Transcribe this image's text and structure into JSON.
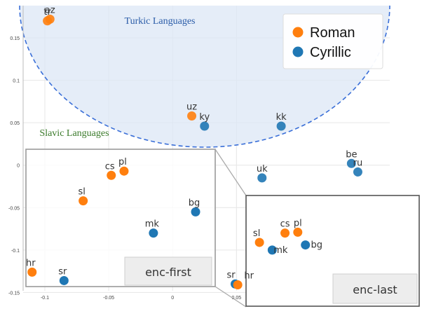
{
  "chart_data": {
    "type": "scatter",
    "title": "",
    "xlabel": "",
    "ylabel": "",
    "xlim": [
      -0.117,
      0.17
    ],
    "ylim": [
      -0.148,
      0.188
    ],
    "grid": true,
    "legend_position": "top-right",
    "x_ticks": [
      "-0.1",
      "-0.05",
      "0",
      "0.05"
    ],
    "x_tick_values": [
      -0.1,
      -0.05,
      0,
      0.05
    ],
    "y_ticks": [
      "0.15",
      "0.1",
      "0.05",
      "0",
      "-0.05",
      "-0.1",
      "-0.15"
    ],
    "y_tick_values": [
      0.15,
      0.1,
      0.05,
      0,
      -0.05,
      -0.1,
      -0.15
    ],
    "regions": [
      {
        "label": "Turkic Languages",
        "color": "#2a5ca8"
      },
      {
        "label": "Slavic Languages",
        "color": "#3a7a2a"
      }
    ],
    "series": [
      {
        "name": "Roman",
        "color": "#ff7f0e",
        "points": [
          {
            "label": "tr",
            "x": -0.098,
            "y": 0.17
          },
          {
            "label": "az",
            "x": -0.096,
            "y": 0.172
          },
          {
            "label": "uz",
            "x": 0.015,
            "y": 0.058
          }
        ]
      },
      {
        "name": "Cyrillic",
        "color": "#1f77b4",
        "points": [
          {
            "label": "ky",
            "x": 0.025,
            "y": 0.046
          },
          {
            "label": "kk",
            "x": 0.085,
            "y": 0.046
          },
          {
            "label": "uk",
            "x": 0.07,
            "y": -0.015
          },
          {
            "label": "be",
            "x": 0.14,
            "y": 0.002
          },
          {
            "label": "ru",
            "x": 0.145,
            "y": -0.008
          }
        ]
      }
    ],
    "insets": [
      {
        "tag": "enc-first",
        "points": [
          {
            "label": "cs",
            "series": "Roman",
            "x": -0.048,
            "y": -0.012
          },
          {
            "label": "pl",
            "series": "Roman",
            "x": -0.038,
            "y": -0.007
          },
          {
            "label": "sl",
            "series": "Roman",
            "x": -0.07,
            "y": -0.042
          },
          {
            "label": "bg",
            "series": "Cyrillic",
            "x": 0.018,
            "y": -0.055
          },
          {
            "label": "mk",
            "series": "Cyrillic",
            "x": -0.015,
            "y": -0.08
          },
          {
            "label": "hr",
            "series": "Roman",
            "x": -0.11,
            "y": -0.126
          },
          {
            "label": "sr",
            "series": "Cyrillic",
            "x": -0.085,
            "y": -0.136
          }
        ]
      },
      {
        "tag": "enc-last",
        "points": [
          {
            "label": "cs",
            "series": "Roman",
            "x": 0.088,
            "y": -0.08
          },
          {
            "label": "pl",
            "series": "Roman",
            "x": 0.098,
            "y": -0.079
          },
          {
            "label": "sl",
            "series": "Roman",
            "x": 0.068,
            "y": -0.091
          },
          {
            "label": "mk",
            "series": "Cyrillic",
            "x": 0.078,
            "y": -0.1
          },
          {
            "label": "bg",
            "series": "Cyrillic",
            "x": 0.104,
            "y": -0.094
          },
          {
            "label": "sr",
            "series": "Cyrillic",
            "x": 0.049,
            "y": -0.14
          },
          {
            "label": "hr",
            "series": "Roman",
            "x": 0.051,
            "y": -0.141
          }
        ]
      }
    ]
  }
}
